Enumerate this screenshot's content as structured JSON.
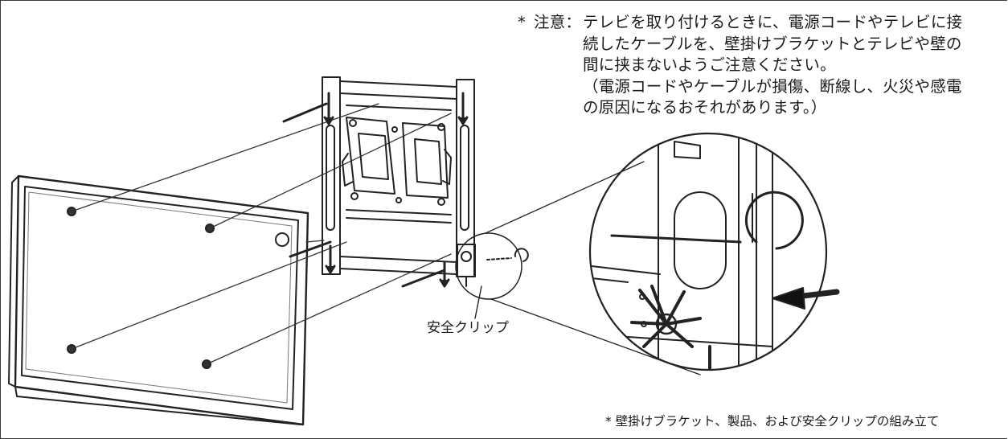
{
  "caution": {
    "mark": "*",
    "heading": "注意：",
    "lines": [
      "テレビを取り付けるときに、電源コードやテレビに接",
      "続したケーブルを、壁掛けブラケットとテレビや壁の",
      "間に挟まないようご注意ください。",
      "（電源コードやケーブルが損傷、断線し、火災や感電",
      "の原因になるおそれがあります。）"
    ]
  },
  "callout_label": "安全クリップ",
  "footnote": "* 壁掛けブラケット、製品、および安全クリップの組み立て"
}
